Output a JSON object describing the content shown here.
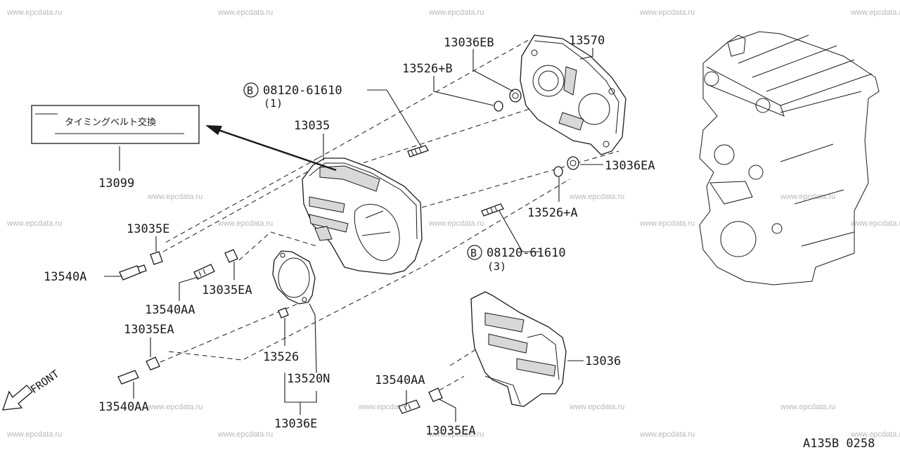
{
  "watermark": "www.epcdata.ru",
  "sticker_text": "タイミングベルト交換",
  "labels": {
    "p13036EB": "13036EB",
    "p13570": "13570",
    "p13526B": "13526+B",
    "bolt1_code": "08120-61610",
    "bolt1_qty": "(1)",
    "bolt_marker": "B",
    "p13035": "13035",
    "p13099": "13099",
    "p13036EA": "13036EA",
    "p13526A": "13526+A",
    "bolt3_code": "08120-61610",
    "bolt3_qty": "(3)",
    "p13035E": "13035E",
    "p13540A": "13540A",
    "p13540AA_1": "13540AA",
    "p13035EA_1": "13035EA",
    "p13035EA_2": "13035EA",
    "p13526": "13526",
    "p13520N": "13520N",
    "p13036E": "13036E",
    "p13540AA_2": "13540AA",
    "p13540AA_3": "13540AA",
    "p13035EA_3": "13035EA",
    "p13036": "13036",
    "front": "FRONT",
    "diagram_code": "A135B 0258"
  }
}
